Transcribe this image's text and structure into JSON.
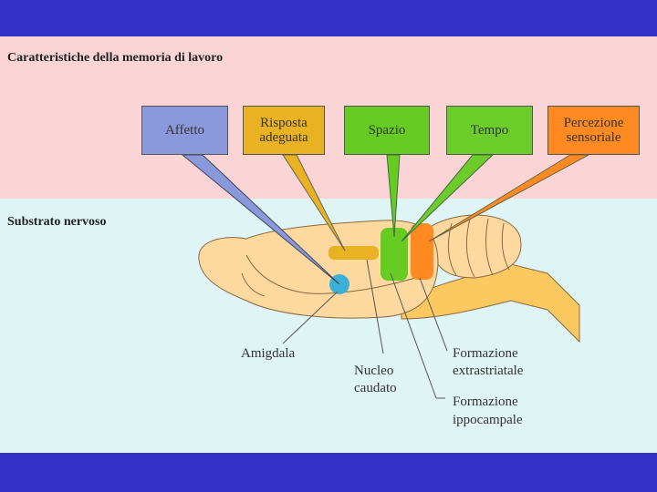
{
  "sections": {
    "top_heading": "Caratteristiche della memoria di lavoro",
    "bottom_heading": "Substrato nervoso"
  },
  "features": [
    {
      "lines": [
        "Affetto"
      ],
      "color": "#8a98dc"
    },
    {
      "lines": [
        "Risposta",
        "adeguata"
      ],
      "color": "#e8b222"
    },
    {
      "lines": [
        "Spazio"
      ],
      "color": "#66cc22"
    },
    {
      "lines": [
        "Tempo"
      ],
      "color": "#6ccc2a"
    },
    {
      "lines": [
        "Percezione",
        "sensoriale"
      ],
      "color": "#ff8a22"
    }
  ],
  "structures": {
    "amigdala": "Amigdala",
    "nucleo": [
      "Nucleo",
      "caudato"
    ],
    "extrastriatale": [
      "Formazione",
      "extrastriatale"
    ],
    "ippocampale": [
      "Formazione",
      "ippocampale"
    ]
  },
  "colors": {
    "band": "#3232c8",
    "brain": "#fdd9a0",
    "brainstem": "#fcc860"
  }
}
